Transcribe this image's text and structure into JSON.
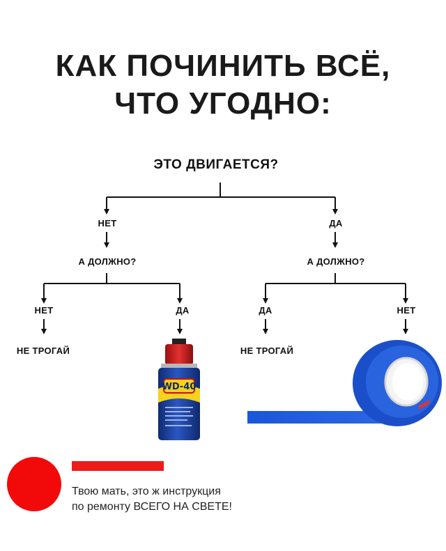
{
  "title": {
    "line1": "КАК ПОЧИНИТЬ ВСЁ,",
    "line2": "ЧТО УГОДНО:"
  },
  "root_question": "ЭТО ДВИГАЕТСЯ?",
  "branches": {
    "left": {
      "answer": "НЕТ",
      "question": "А ДОЛЖНО?",
      "left_answer": "НЕТ",
      "left_result": "НЕ ТРОГАЙ",
      "right_answer": "ДА",
      "right_result_icon": "wd40-spray-can-icon"
    },
    "right": {
      "answer": "ДА",
      "question": "А ДОЛЖНО?",
      "left_answer": "ДА",
      "left_result": "НЕ ТРОГАЙ",
      "right_answer": "НЕТ",
      "right_result_icon": "blue-duct-tape-icon"
    }
  },
  "can_brand": "WD-40",
  "caption": {
    "line1": "Твою мать, это ж инструкция",
    "line2": "по ремонту ВСЕГО НА СВЕТЕ!"
  },
  "colors": {
    "red": "#ee1b1b",
    "tape_blue": "#1f5fd6",
    "can_blue": "#1d3f9a",
    "can_yellow": "#f6d21a"
  }
}
